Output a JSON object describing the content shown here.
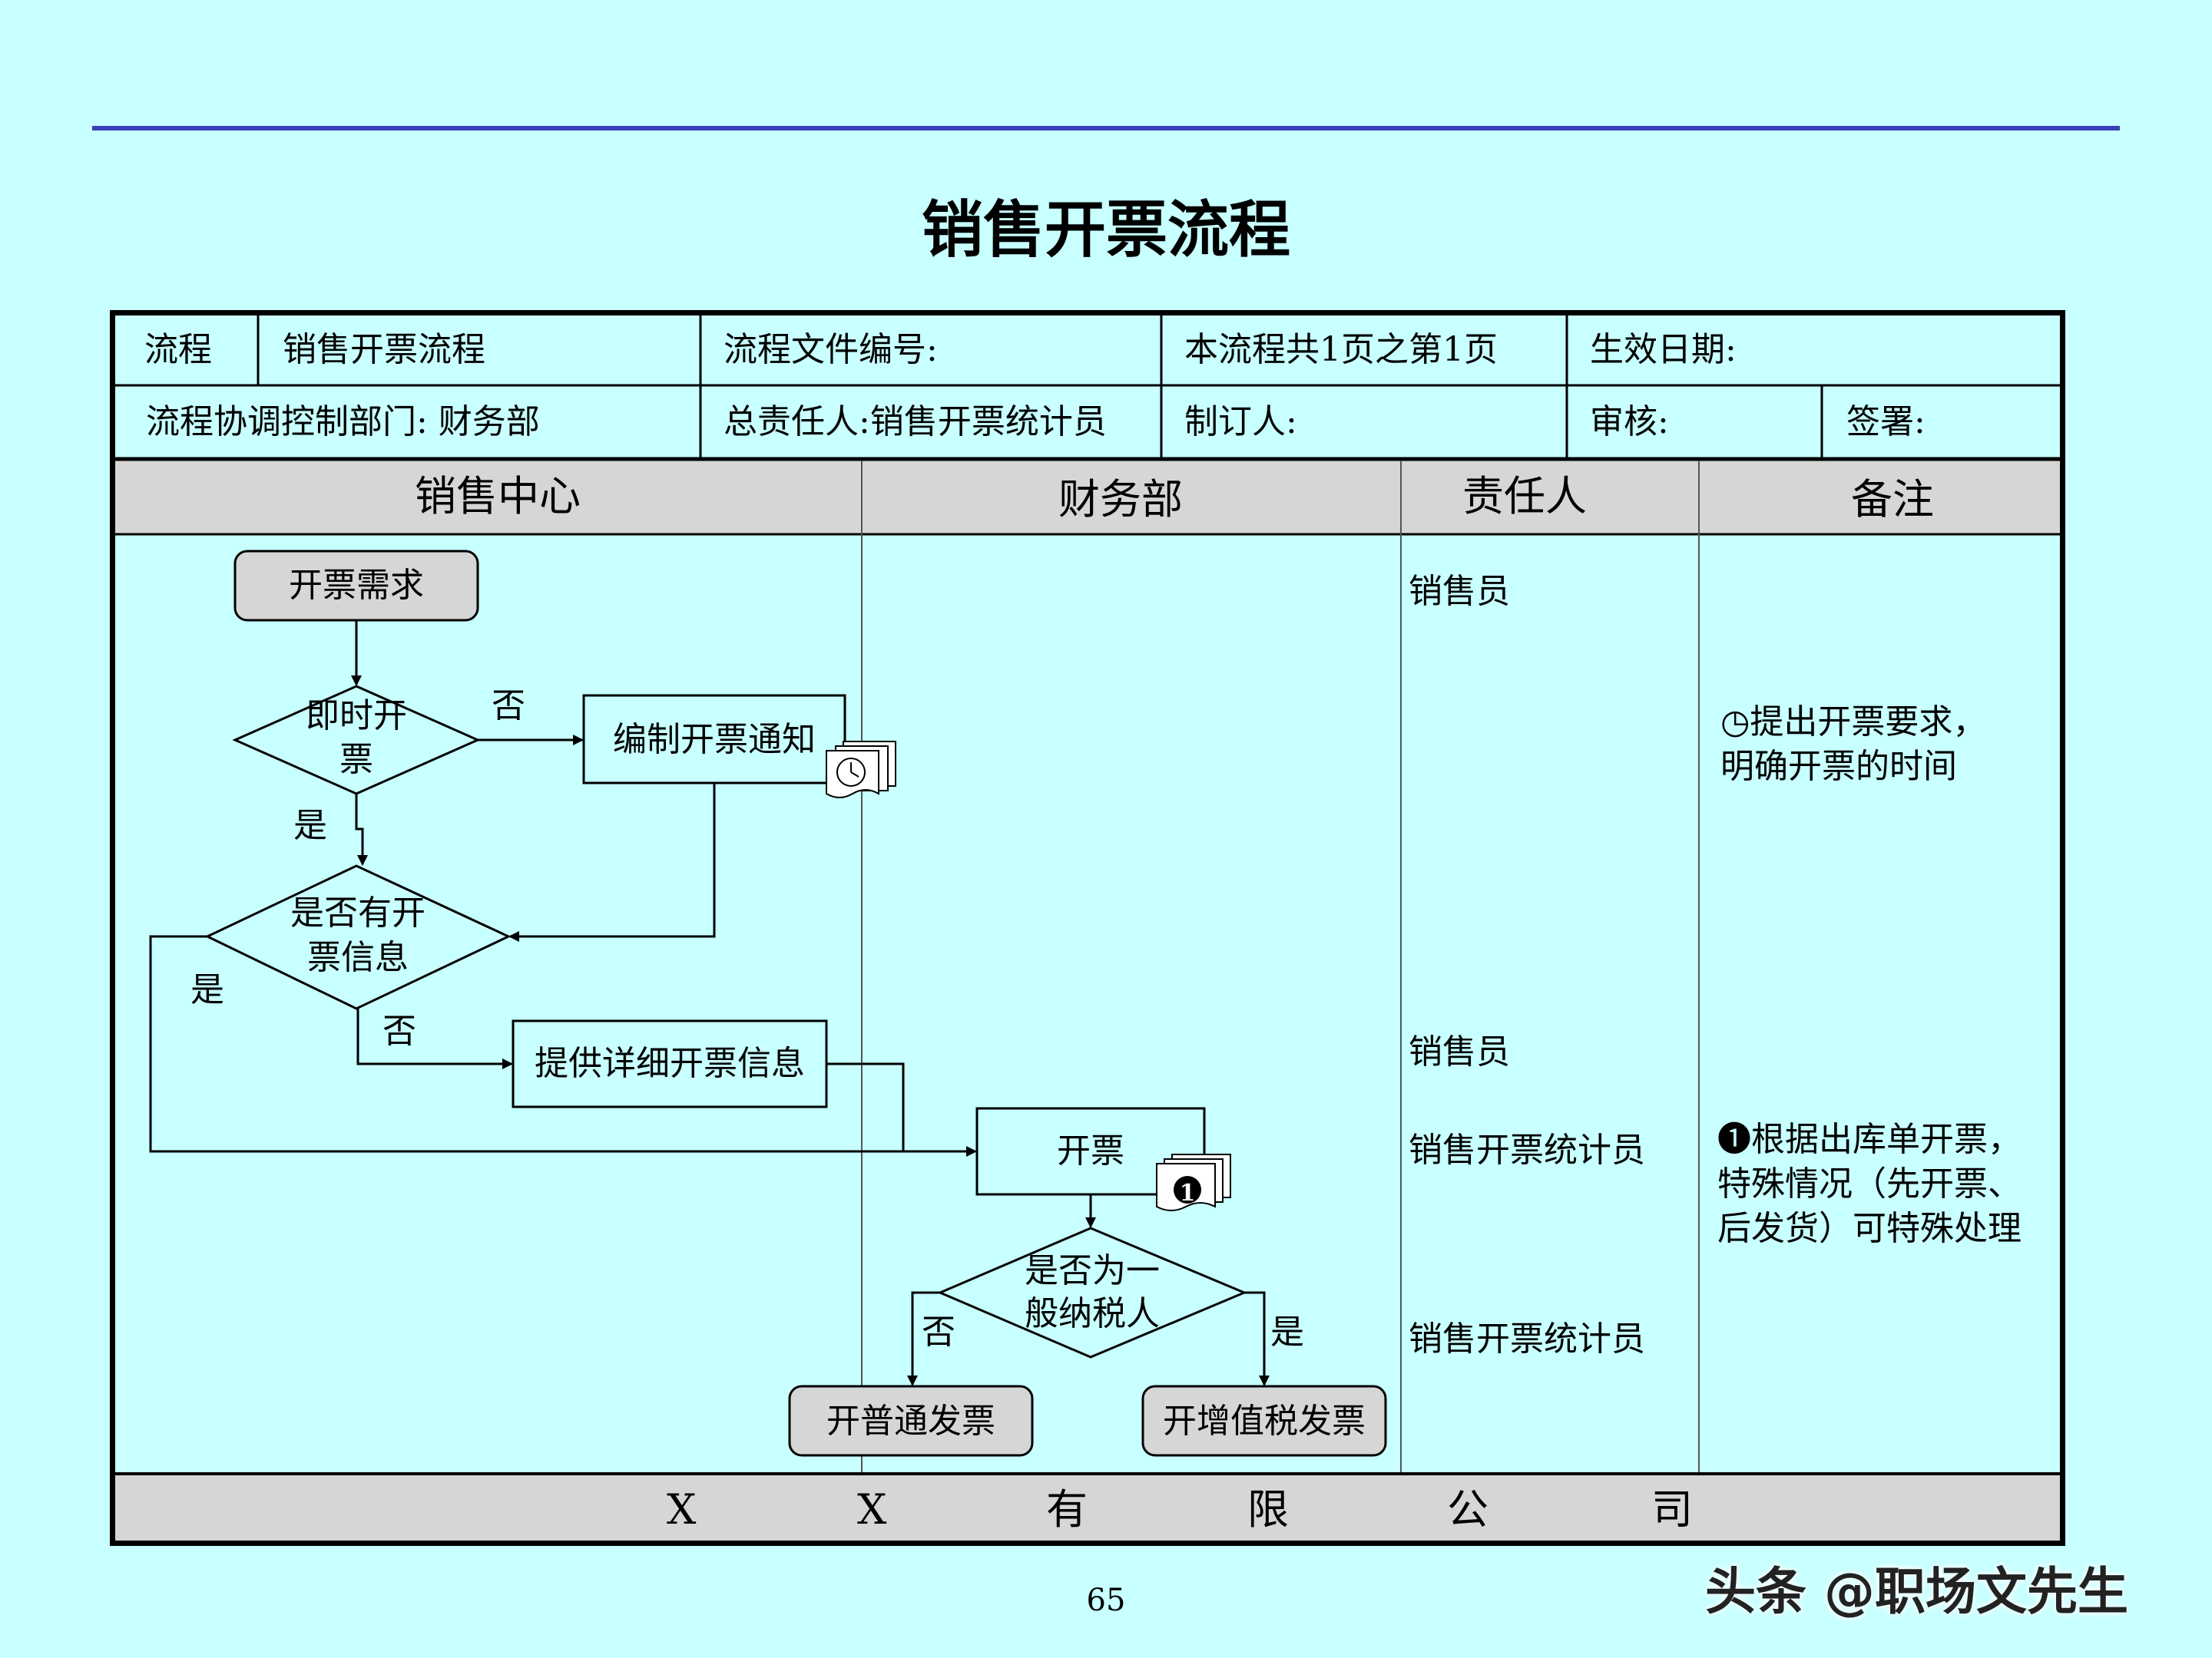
{
  "title": "销售开票流程",
  "info": {
    "process_label": "流程",
    "process_name": "销售开票流程",
    "file_no_label": "流程文件编号:",
    "pages_label": "本流程共1页之第1页",
    "effective_date_label": "生效日期:",
    "dept_label": "流程协调控制部门: 财务部",
    "owner_label": "总责任人:销售开票统计员",
    "author_label": "制订人:",
    "review_label": "审核:",
    "sign_label": "签署:"
  },
  "columns": [
    "销售中心",
    "财务部",
    "责任人",
    "备注"
  ],
  "nodes": {
    "start": "开票需求",
    "decision_immediate_1": "即时开",
    "decision_immediate_2": "票",
    "compile_notice": "编制开票通知",
    "decision_info_1": "是否有开",
    "decision_info_2": "票信息",
    "provide_info": "提供详细开票信息",
    "invoice": "开票",
    "decision_taxpayer_1": "是否为一",
    "decision_taxpayer_2": "般纳税人",
    "ordinary_invoice": "开普通发票",
    "vat_invoice": "开增值税发票"
  },
  "edges": {
    "no_1": "否",
    "yes_1": "是",
    "yes_2": "是",
    "no_2": "否",
    "no_3": "否",
    "yes_3": "是"
  },
  "responsible": [
    "销售员",
    "销售员",
    "销售开票统计员",
    "销售开票统计员"
  ],
  "notes": {
    "note1_line1": "◷提出开票要求，",
    "note1_line2": "明确开票的时间",
    "note2_line1": "❶根据出库单开票，",
    "note2_line2": "特殊情况（先开票、",
    "note2_line3": "后发货）可特殊处理"
  },
  "doc_badges": [
    "clock-icon",
    "number-1-icon"
  ],
  "footer_chars": [
    "X",
    "X",
    "有",
    "限",
    "公",
    "司"
  ],
  "page_number": "65",
  "watermark": "头条 @职场文先生"
}
